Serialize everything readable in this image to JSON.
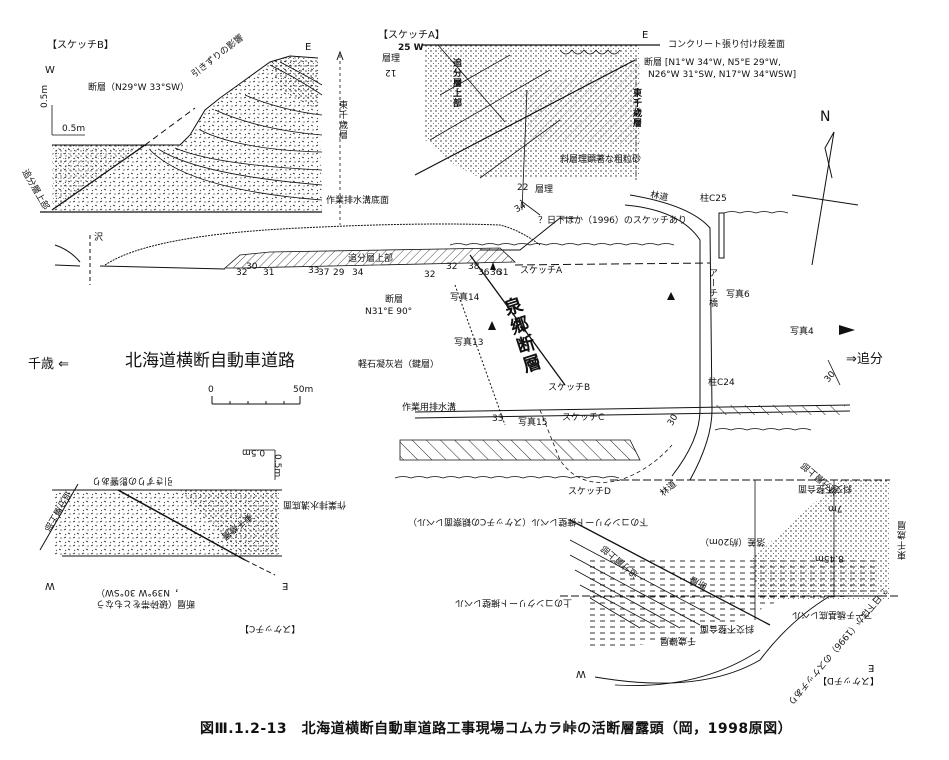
{
  "caption": "図Ⅲ.1.2-13　北海道横断自動車道路工事現場コムカラ峠の活断層露頭（岡，1998原図）",
  "map": {
    "road_title": "北海道横断自動車道路",
    "direction_left": "千歳 ⇐",
    "direction_right": "⇒追分",
    "fault_name": "泉郷断層",
    "north_label": "N",
    "scale_bar": {
      "start": "0",
      "end": "50m"
    },
    "sawa_label": "沢",
    "upper_member_label": "追分層上部",
    "strike_dip_values": [
      "32",
      "30",
      "31",
      "33",
      "37",
      "29",
      "34",
      "32",
      "32",
      "38",
      "36",
      "36",
      "31",
      "33",
      "30",
      "30"
    ],
    "fault_small": {
      "name": "断層",
      "attitude": "N31°E 90°"
    },
    "key_bed": "軽石凝灰岩（鍵層）",
    "photos": [
      "写真14",
      "写真13",
      "写真15",
      "写真6",
      "写真4"
    ],
    "sketch_points": [
      "スケッチA",
      "スケッチB",
      "スケッチC",
      "スケッチD"
    ],
    "drain_label": "作業用排水溝",
    "forest_road_upper": "林道",
    "forest_road_lower": "林道",
    "pillar_c25": "柱C25",
    "pillar_c24": "柱C24",
    "arch_bridge": "アーチ橋",
    "other_sketch_note": "？日下ほか（1996）のスケッチあり"
  },
  "sketch_b": {
    "title": "【スケッチB】",
    "west": "W",
    "east": "E",
    "fault": "断層（N29°W 33°SW）",
    "drag": "引きずりの影響",
    "scale_v": "0.5m",
    "scale_h": "0.5m",
    "upper_member": "追分層上部",
    "higashi_chitose": "東千歳層",
    "drain_bottom": "作業排水溝底面"
  },
  "sketch_a": {
    "title": "【スケッチA】",
    "attitude_top": "25 W",
    "bedding_left": "層理",
    "dip_left": "12",
    "east": "E",
    "concrete": "コンクリート張り付け段差面",
    "fault": "断層 [N1°W 34°W, N5°E 29°W,",
    "fault2": "N26°W 31°SW, N17°W 34°WSW]",
    "upper_member": "追分層上部",
    "higashi_chitose": "東千歳層",
    "cross_bedded_sand": "斜層理顕著な粗粒砂",
    "dip_bottom": "22",
    "bedding_bottom": "層理",
    "dip_bottom2": "34"
  },
  "sketch_c": {
    "title": "【スケッチC】",
    "west": "W",
    "east": "E",
    "fault": "断層（破砕帯をともなう",
    "fault2": "，N39°W 30°SW）",
    "drag": "引きずりの影響あり",
    "upper_member": "追分層上部",
    "higashi_chitose": "東千歳層",
    "drain_bottom": "作業排水溝底面",
    "scale_v": "0.5m",
    "scale_h": "0.5m"
  },
  "sketch_d": {
    "title": "【スケッチD】",
    "west": "W",
    "east": "E",
    "upper_member": "追分層上部",
    "fault": "断層",
    "higashi_chitose": "東千歳層",
    "unconformity_top": "斜交不整合面",
    "unconformity_bottom": "斜交不整合面",
    "offset": "落差（約20m）",
    "offset_7m": "7m",
    "offset_845m": "8.45m",
    "upper_concrete": "上のコンクリート擁壁レベル",
    "lower_concrete": "下のコンクリート擁壁レベル（スケッチCの観察面レベル）",
    "arch_base": "アーチ橋基底レベル",
    "chitose_gravel": "千歳礫層",
    "kusaka_note": "？日下ほか（1996）のスケッチあり"
  }
}
